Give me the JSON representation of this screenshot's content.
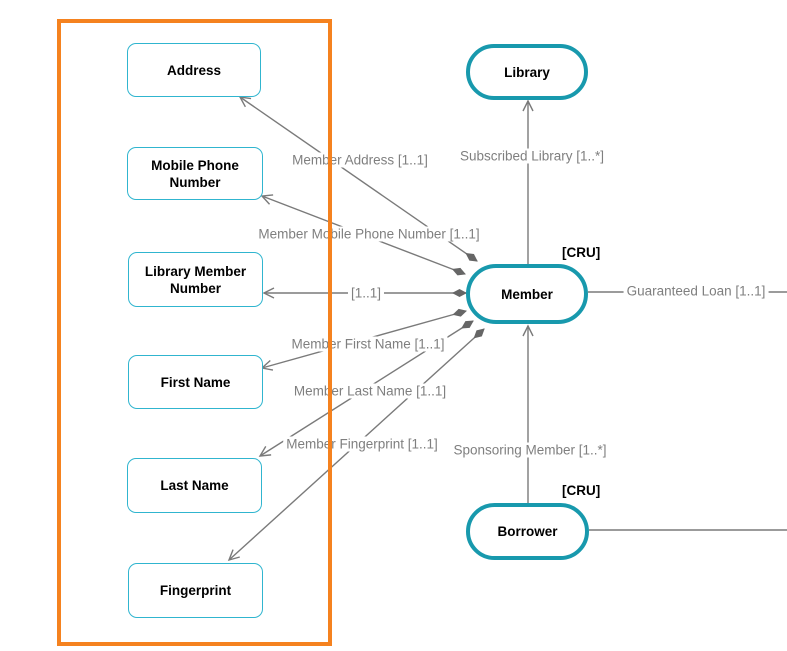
{
  "diagram": {
    "entities": [
      {
        "id": "library",
        "label": "Library",
        "stereotype": ""
      },
      {
        "id": "member",
        "label": "Member",
        "stereotype": "[CRU]"
      },
      {
        "id": "borrower",
        "label": "Borrower",
        "stereotype": "[CRU]"
      }
    ],
    "attributes": [
      {
        "id": "address",
        "label": "Address"
      },
      {
        "id": "mobile-phone-number",
        "label": "Mobile Phone Number"
      },
      {
        "id": "library-member-number",
        "label": "Library Member Number"
      },
      {
        "id": "first-name",
        "label": "First Name"
      },
      {
        "id": "last-name",
        "label": "Last Name"
      },
      {
        "id": "fingerprint",
        "label": "Fingerprint"
      }
    ],
    "edge_labels": {
      "member_address": "Member Address [1..1]",
      "subscribed_library": "Subscribed Library [1..*]",
      "member_mobile_phone_number": "Member Mobile Phone Number [1..1]",
      "library_member_number": "[1..1]",
      "member_first_name": "Member First Name [1..1]",
      "member_last_name": "Member Last Name [1..1]",
      "member_fingerprint": "Member Fingerprint [1..1]",
      "sponsoring_member": "Sponsoring Member [1..*]",
      "guaranteed_loan": "Guaranteed Loan [1..1]"
    },
    "colors": {
      "group_border": "#F5821F",
      "entity_border": "#1899AD",
      "attribute_border": "#30B5CF",
      "edge_line": "#7A7A7A",
      "edge_label_text": "#7F7F7F",
      "diamond_fill": "#666666",
      "node_text": "#000000"
    }
  }
}
